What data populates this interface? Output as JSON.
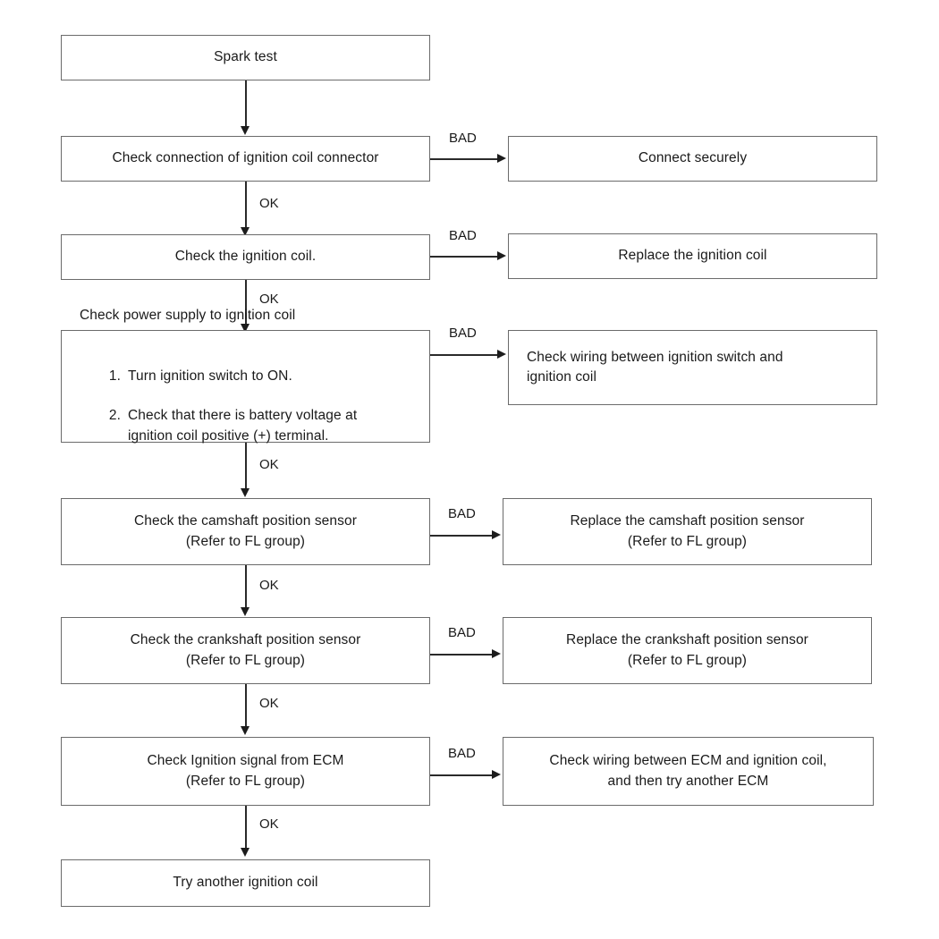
{
  "diagram": {
    "title": "Spark test diagnostic flowchart",
    "colors": {
      "box_border": "#6b6b6b",
      "connector": "#2a2a2a",
      "text": "#1a1a1a",
      "background": "#ffffff"
    },
    "edge_labels": {
      "ok": "OK",
      "bad": "BAD"
    }
  },
  "nodes": {
    "start": {
      "label": "Spark test"
    },
    "check_connector": {
      "label": "Check connection of ignition coil connector"
    },
    "connect_securely": {
      "label": "Connect securely"
    },
    "check_coil": {
      "label": "Check the ignition coil."
    },
    "replace_coil": {
      "label": "Replace the ignition coil"
    },
    "check_power": {
      "title": "Check power supply to ignition coil",
      "steps": [
        {
          "num": "1.",
          "text": "Turn ignition switch to ON."
        },
        {
          "num": "2.",
          "text": "Check that there is battery voltage at\nignition coil positive (+) terminal."
        }
      ]
    },
    "check_wiring_switch": {
      "label": "Check wiring between ignition switch and\nignition coil"
    },
    "check_cam": {
      "label": "Check the camshaft position sensor\n(Refer to FL group)"
    },
    "replace_cam": {
      "label": "Replace the camshaft position sensor\n(Refer to FL group)"
    },
    "check_crank": {
      "label": "Check the crankshaft position sensor\n(Refer to FL group)"
    },
    "replace_crank": {
      "label": "Replace the crankshaft position sensor\n(Refer to FL group)"
    },
    "check_ecm_signal": {
      "label": "Check Ignition signal from ECM\n(Refer to FL group)"
    },
    "check_wiring_ecm": {
      "label": "Check wiring between ECM and ignition coil,\nand then try another ECM"
    },
    "end": {
      "label": "Try another ignition coil"
    }
  },
  "edges": {
    "ok_1": "OK",
    "ok_2": "OK",
    "ok_3": "OK",
    "ok_4": "OK",
    "ok_5": "OK",
    "ok_6": "OK",
    "bad_1": "BAD",
    "bad_2": "BAD",
    "bad_3": "BAD",
    "bad_4": "BAD",
    "bad_5": "BAD",
    "bad_6": "BAD"
  }
}
